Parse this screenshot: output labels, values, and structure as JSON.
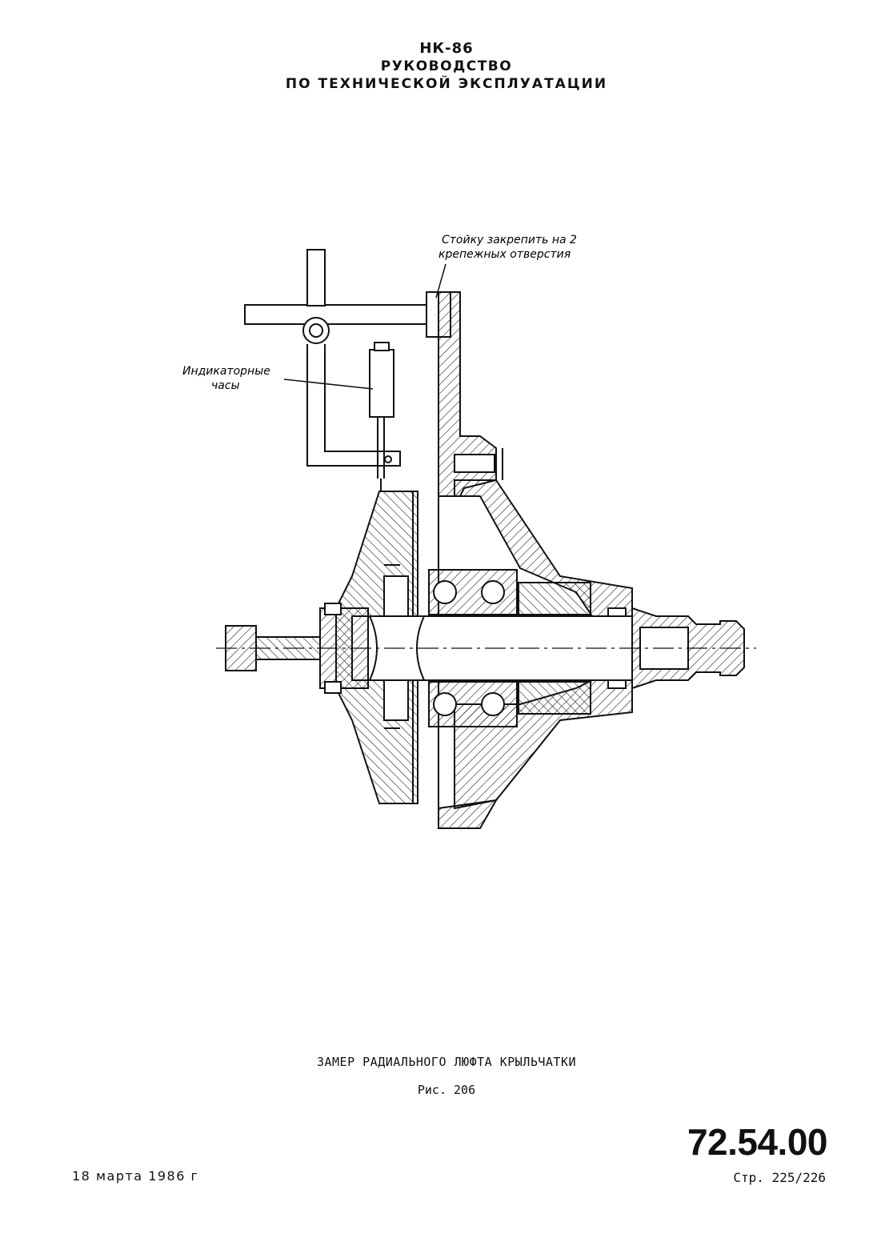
{
  "header": {
    "line1": "НК-86",
    "line2": "РУКОВОДСТВО",
    "line3": "ПО ТЕХНИЧЕСКОЙ ЭКСПЛУАТАЦИИ"
  },
  "figure": {
    "callout_stand_line1": "Стойку закрепить на 2",
    "callout_stand_line2": "крепежных отверстия",
    "callout_indicator_line1": "Индикаторные",
    "callout_indicator_line2": "часы",
    "caption": "ЗАМЕР РАДИАЛЬНОГО ЛЮФТА КРЫЛЬЧАТКИ",
    "number": "Рис. 206"
  },
  "footer": {
    "doc_number": "72.54.00",
    "date": "18 марта 1986 г",
    "page": "Стр. 225/226"
  }
}
